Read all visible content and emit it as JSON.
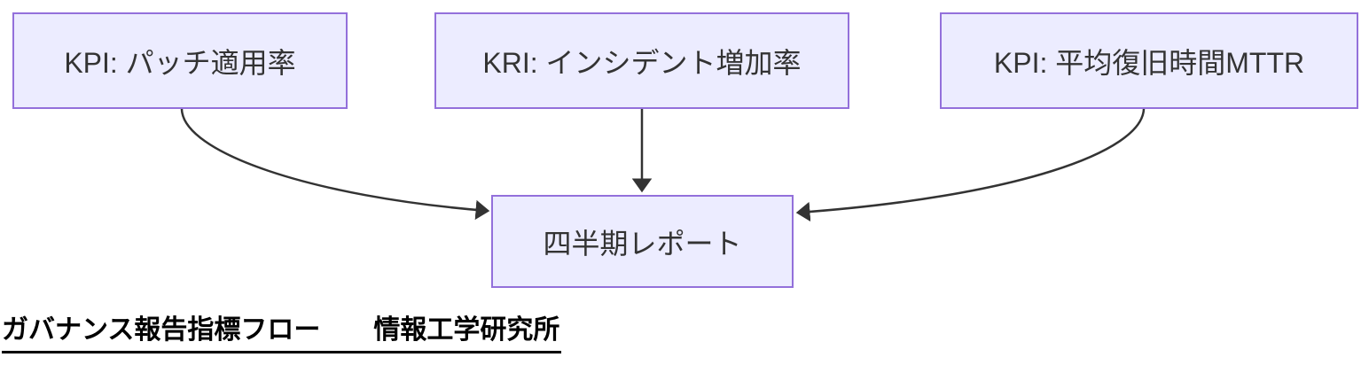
{
  "diagram": {
    "type": "flowchart",
    "nodes": [
      {
        "id": "kpi_patch",
        "label": "KPI: パッチ適用率"
      },
      {
        "id": "kri_incident",
        "label": "KRI: インシデント増加率"
      },
      {
        "id": "kpi_mttr",
        "label": "KPI: 平均復旧時間MTTR"
      },
      {
        "id": "report",
        "label": "四半期レポート"
      }
    ],
    "edges": [
      {
        "from": "kpi_patch",
        "to": "report"
      },
      {
        "from": "kri_incident",
        "to": "report"
      },
      {
        "from": "kpi_mttr",
        "to": "report"
      }
    ],
    "caption": "ガバナンス報告指標フロー　　情報工学研究所",
    "colors": {
      "node_fill": "#ECECFF",
      "node_border": "#9370DB",
      "edge": "#333333",
      "node_text": "#333333",
      "caption_text": "#000000"
    }
  }
}
